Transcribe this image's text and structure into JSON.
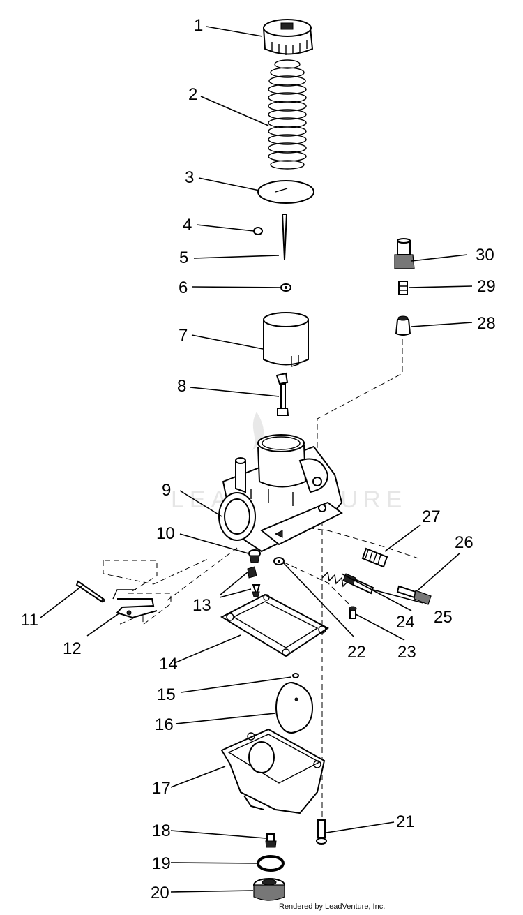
{
  "watermark": "LEADVENTURE",
  "credit": "Rendered by LeadVenture, Inc.",
  "callouts": [
    "1",
    "2",
    "3",
    "4",
    "5",
    "6",
    "7",
    "8",
    "9",
    "10",
    "11",
    "12",
    "13",
    "14",
    "15",
    "16",
    "17",
    "18",
    "19",
    "20",
    "21",
    "22",
    "23",
    "24",
    "25",
    "26",
    "27",
    "28",
    "29",
    "30"
  ]
}
